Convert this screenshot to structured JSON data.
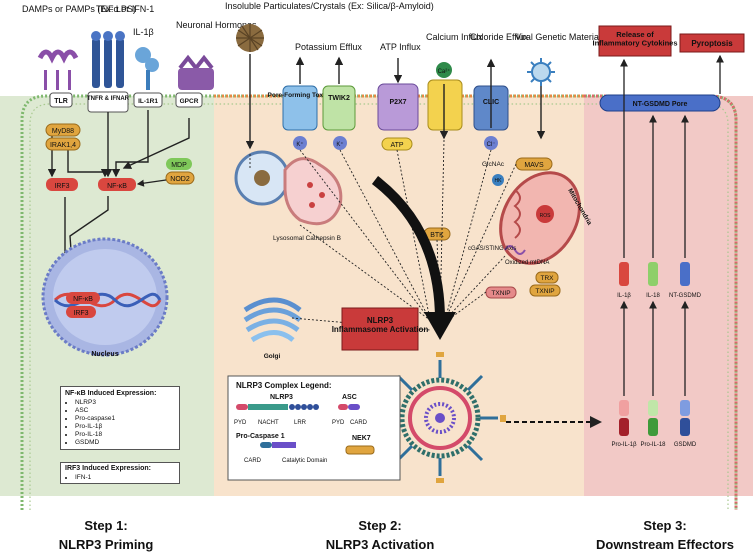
{
  "stimuli": {
    "damps": "DAMPs or PAMPs (Ex: LPS)",
    "tnf": "TNFα or IFN-1",
    "il1b": "IL-1β",
    "neuronal": "Neuronal Hormones",
    "particulates": "Insoluble Particulates/Crystals (Ex: Silica/β-Amyloid)",
    "potassium": "Potassium Efflux",
    "atp_influx": "ATP Influx",
    "calcium": "Calcium Influx",
    "chloride": "Chloride Efflux",
    "viral": "Viral Genetic Material"
  },
  "receptors": {
    "tlr": "TLR",
    "tnfr": "TNFR & IFNAR",
    "il1r1": "IL-1R1",
    "gpcr": "GPCR",
    "pore": "Pore-Forming Toxins",
    "twik2": "TWIK2",
    "p2x7": "P2X7",
    "clic": "CLIC"
  },
  "ions": {
    "k": "K⁺",
    "atp": "ATP",
    "ca": "Ca²⁺",
    "cl": "Cl⁻"
  },
  "priming": {
    "myd88": "MyD88",
    "irak": "IRAK1,4",
    "irf3": "IRF3",
    "nfkb": "NF-κB",
    "mdp": "MDP",
    "nod2": "NOD2",
    "nucleus": "Nucleus",
    "nfkb_list_title": "NF-κB Induced Expression:",
    "nfkb_list": [
      "NLRP3",
      "ASC",
      "Pro-caspase1",
      "Pro-IL-1β",
      "Pro-IL-18",
      "GSDMD"
    ],
    "irf3_list_title": "IRF3 Induced Expression:",
    "irf3_list": [
      "IFN-1"
    ]
  },
  "activation": {
    "lysosome": "Lysosomal Cathepsin B",
    "golgi": "Golgi",
    "btk": "BTK",
    "glcnac": "GlcNAc",
    "hk": "HK",
    "mavs": "MAVS",
    "mito": "Mitochondria",
    "ros": "ROS",
    "cgas": "cGAS/STING Axis",
    "mtdna": "Oxidized mtDNA",
    "trx": "TRX",
    "txnip": "TXNIP",
    "txnip2": "TXNIP",
    "inflammasome": "NLRP3 Inflammasome Activation"
  },
  "legend": {
    "title": "NLRP3 Complex Legend:",
    "nlrp3": "NLRP3",
    "pyd": "PYD",
    "nacht": "NACHT",
    "lrr": "LRR",
    "asc": "ASC",
    "asc_pyd": "PYD",
    "asc_card": "CARD",
    "procasp": "Pro-Caspase 1",
    "card": "CARD",
    "catalytic": "Catalytic Domain",
    "nek7": "NEK7"
  },
  "effectors": {
    "release": "Release of Inflammatory Cytokines",
    "pyroptosis": "Pyroptosis",
    "pore": "NT-GSDMD Pore",
    "il1b": "IL-1β",
    "il18": "IL-18",
    "ntgsdmd": "NT-GSDMD",
    "pro_il1b": "Pro-IL-1β",
    "pro_il18": "Pro-IL-18",
    "gsdmd": "GSDMD"
  },
  "steps": {
    "s1_num": "Step 1:",
    "s1_name": "NLRP3 Priming",
    "s2_num": "Step 2:",
    "s2_name": "NLRP3 Activation",
    "s3_num": "Step 3:",
    "s3_name": "Downstream Effectors"
  },
  "colors": {
    "priming_bg": "#dde9d2",
    "activation_bg": "#f8e3cc",
    "effector_bg": "#f2c9c6",
    "accent_red": "#c93a3a"
  }
}
